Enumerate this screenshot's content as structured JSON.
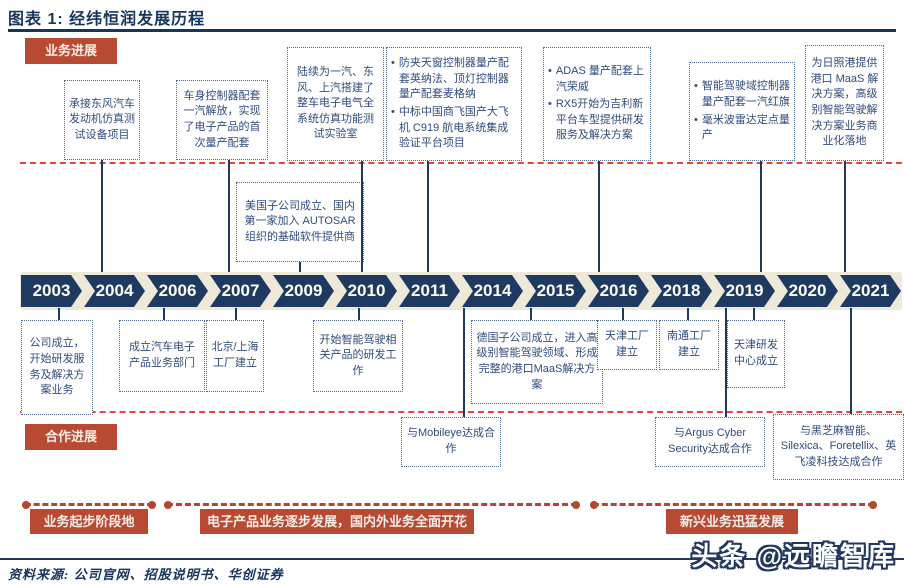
{
  "title": "图表 1:  经纬恒润发展历程",
  "sections": {
    "business_label": "业务进展",
    "cooperation_label": "合作进展"
  },
  "timeline": {
    "years": [
      "2003",
      "2004",
      "2006",
      "2007",
      "2009",
      "2010",
      "2011",
      "2014",
      "2015",
      "2016",
      "2018",
      "2019",
      "2020",
      "2021"
    ]
  },
  "business_boxes": {
    "b2004": "承接东风汽车发动机仿真测试设备项目",
    "b2007": "车身控制器配套一汽解放，实现了电子产品的首次量产配套",
    "b2009": "美国子公司成立、国内第一家加入 AUTOSAR 组织的基础软件提供商",
    "b2010": "陆续为一汽、东风、上汽搭建了整车电子电气全系统仿真功能测试实验室",
    "b2011": {
      "bullets": [
        "防夹天窗控制器量产配套英纳法、顶灯控制器量产配套麦格纳",
        "中标中国商飞国产大飞机 C919 航电系统集成验证平台项目"
      ]
    },
    "b2015": {
      "bullets": [
        "ADAS 量产配套上汽荣威",
        "RX5开始为吉利新平台车型提供研发服务及解决方案"
      ]
    },
    "b2020": {
      "bullets": [
        "智能驾驶域控制器量产配套一汽红旗",
        "毫米波雷达定点量产"
      ]
    },
    "b2021": "为日照港提供港口 MaaS 解决方案，高级别智能驾驶解决方案业务商业化落地"
  },
  "milestone_boxes": {
    "c2003": "公司成立，开始研发服务及解决方案业务",
    "c2006": "成立汽车电子产品业务部门",
    "c2007": "北京/上海工厂建立",
    "c2010": "开始智能驾驶相关产品的研发工作",
    "c2015": "德国子公司成立，进入高级别智能驾驶领域、形成完整的港口MaaS解决方案",
    "c2016": "天津工厂建立",
    "c2018": "南通工厂建立",
    "c2019": "天津研发中心成立"
  },
  "cooperation_boxes": {
    "m2014": "与Mobileye达成合作",
    "m2019": "与Argus Cyber Security达成合作",
    "m2021": "与黑芝麻智能、Silexica、Foretellix、英飞凌科技达成合作"
  },
  "phases": [
    "业务起步阶段地",
    "电子产品业务逐步发展，国内外业务全面开花",
    "新兴业务迅猛发展"
  ],
  "source": "资料来源: 公司官网、招股说明书、华创证券",
  "watermark": "头条 @远瞻智库",
  "colors": {
    "navy": "#1F3A60",
    "badge_red": "#B84A33",
    "dash_red": "#E2483A",
    "box_text": "#2F4C7C",
    "timeline_outline": "#EDE8D8"
  }
}
